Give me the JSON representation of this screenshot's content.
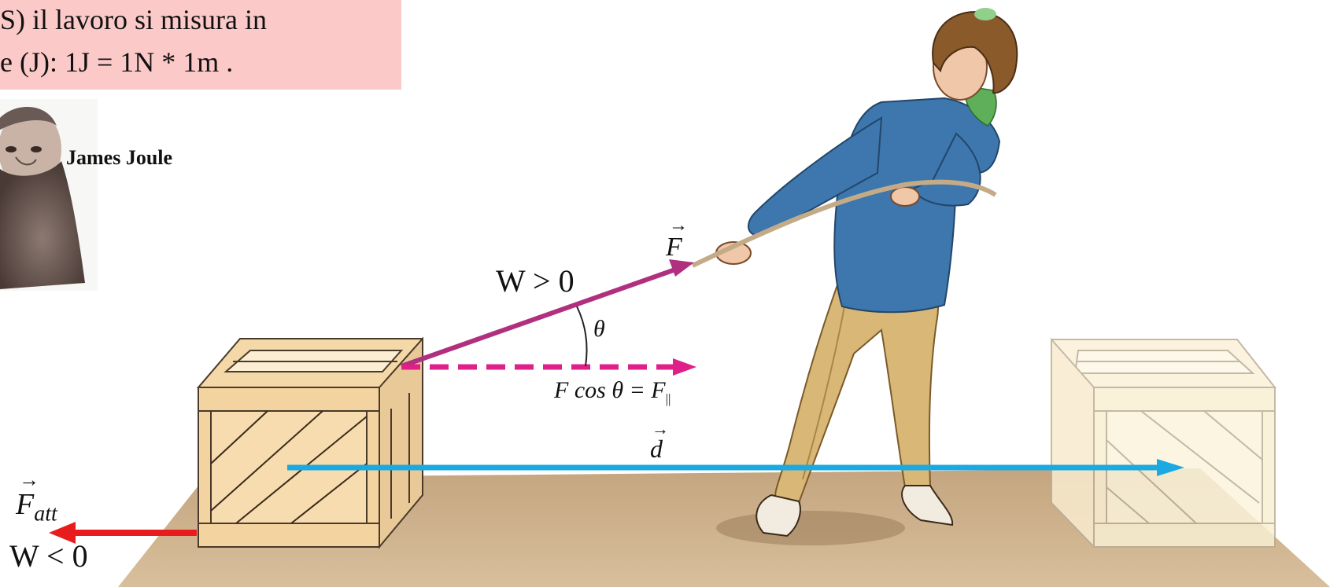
{
  "si_note": {
    "line1": "S)  il  lavoro  si  misura  in",
    "line2": "e (J):  1J = 1N * 1m ."
  },
  "portrait": {
    "caption": "James Joule"
  },
  "labels": {
    "work_positive": "W > 0",
    "force_symbol": "F",
    "angle_symbol": "θ",
    "component_expr_left": "F cos θ = F",
    "component_subscript": "||",
    "displacement_symbol": "d",
    "friction_symbol": "F",
    "friction_subscript": "att",
    "work_negative": "W < 0"
  },
  "colors": {
    "pink_box": "#fcc9c9",
    "force_arrow": "#b0307f",
    "parallel_arrow": "#e0208a",
    "displacement_arrow": "#1aa9e0",
    "friction_arrow": "#e81c1c",
    "floor": "#c9ad8a",
    "crate": "#f6dcae",
    "ghost_crate": "#fbf4dc",
    "jacket": "#3d77ad",
    "pants": "#d9b777"
  }
}
